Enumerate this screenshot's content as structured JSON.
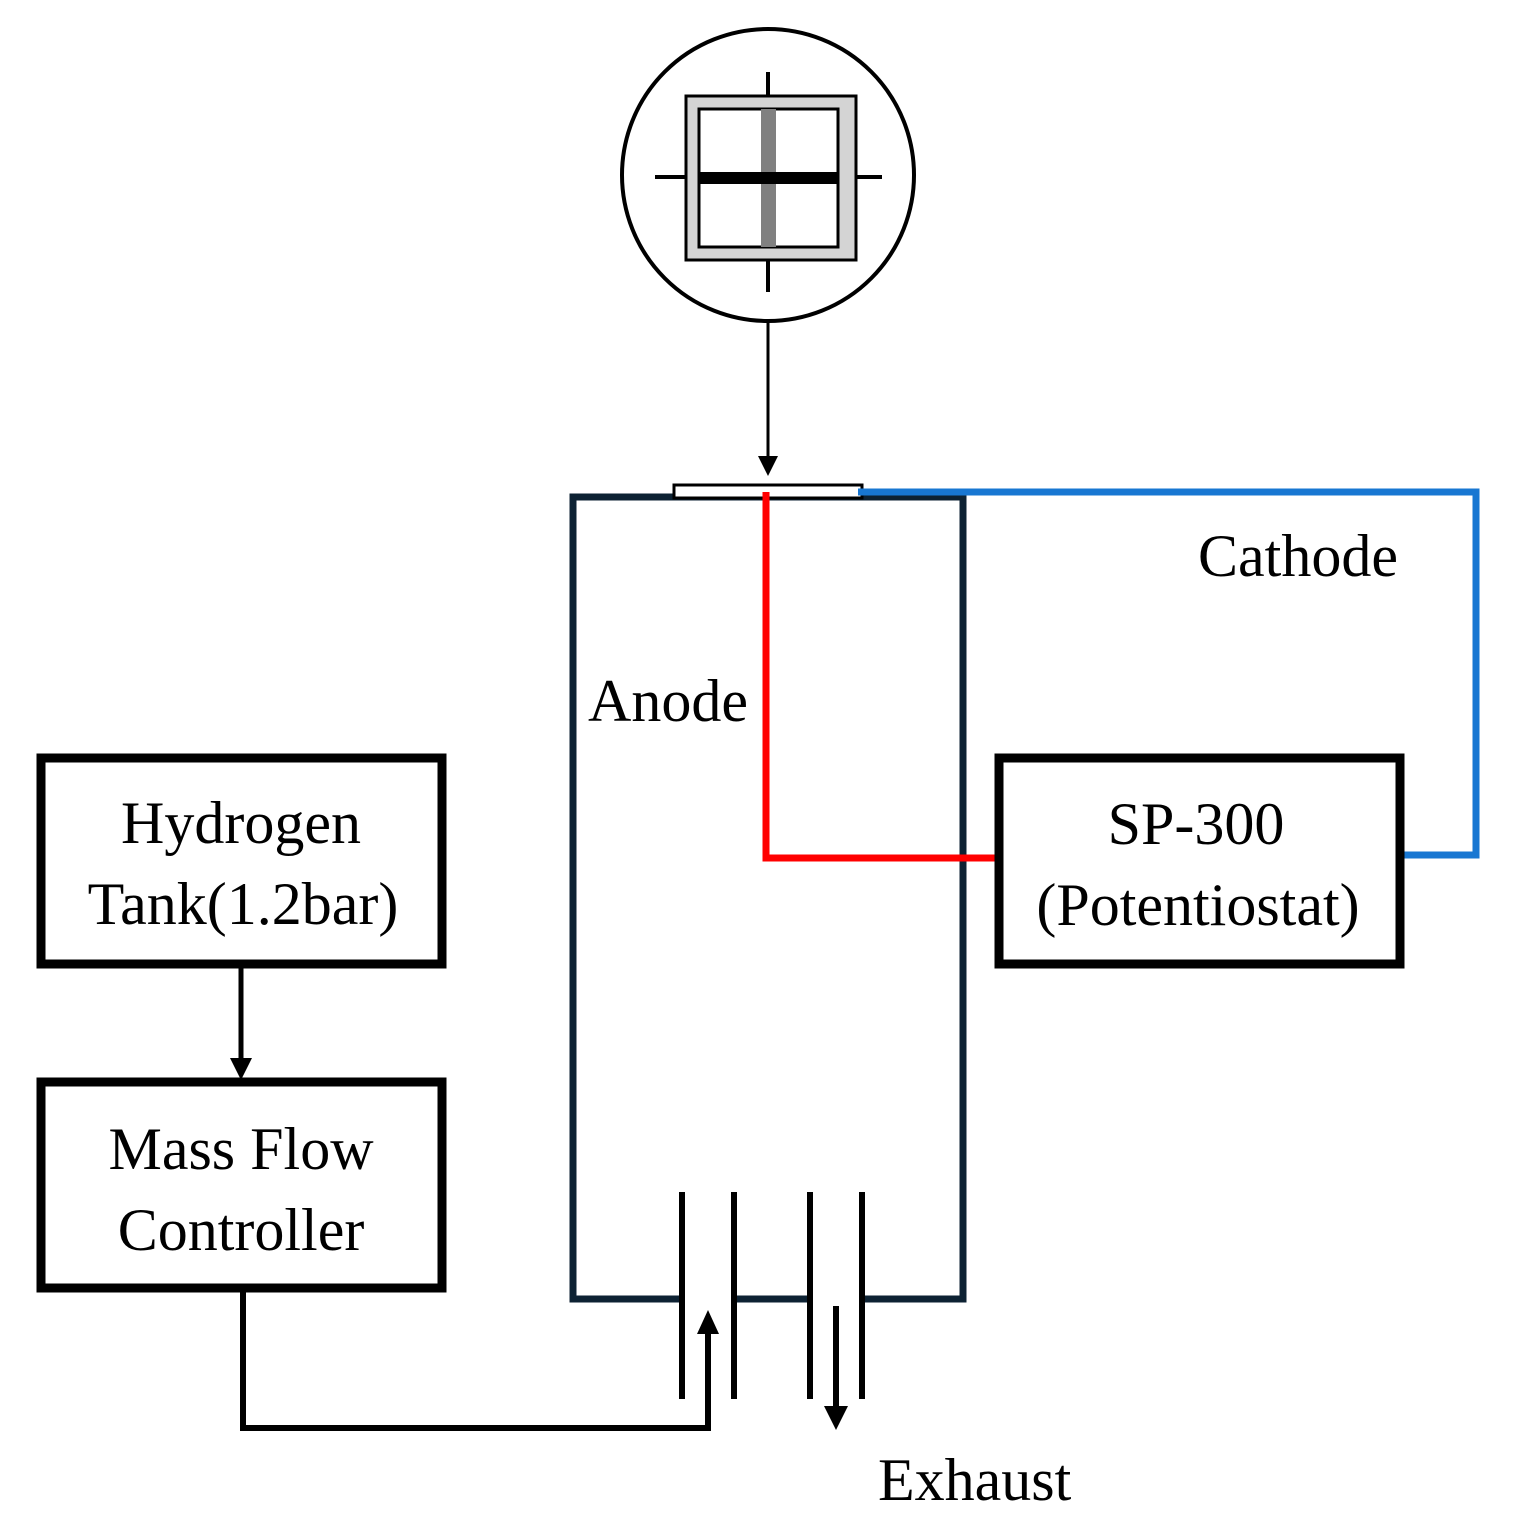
{
  "boxes": {
    "hydrogen_line1": "Hydrogen",
    "hydrogen_line2": "Tank(1.2bar)",
    "mfc_line1": "Mass Flow",
    "mfc_line2": "Controller",
    "potentiostat_line1": "SP-300",
    "potentiostat_line2": "(Potentiostat)"
  },
  "labels": {
    "anode": "Anode",
    "cathode": "Cathode",
    "exhaust": "Exhaust"
  },
  "colors": {
    "anode_wire": "#ff0000",
    "cathode_wire": "#1877d2",
    "chamber_outline": "#0d2233",
    "lines": "#000000",
    "window_frame": "#d4d4d4",
    "sample_bar": "#808080"
  },
  "icons": {
    "viewport": "sample-window-icon"
  }
}
